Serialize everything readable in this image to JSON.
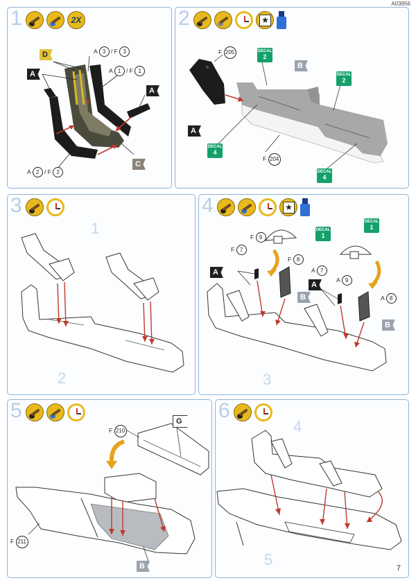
{
  "doc_code": "A03956",
  "page_number": "7",
  "steps": [
    {
      "number": "1",
      "multiplier": "2X",
      "part_refs": [
        {
          "pre": "A",
          "num": "3",
          "post": "F",
          "num2": "3"
        },
        {
          "pre": "A",
          "num": "1",
          "post": "F",
          "num2": "1"
        },
        {
          "pre": "A",
          "num": "2",
          "post": "F",
          "num2": "2"
        }
      ],
      "flags": [
        "D",
        "A",
        "A",
        "C"
      ]
    },
    {
      "number": "2",
      "part_refs": [
        {
          "pre": "F",
          "num": "205"
        },
        {
          "pre": "F",
          "num": "204"
        }
      ],
      "flags": [
        "A",
        "B"
      ],
      "decals": [
        {
          "label": "DECAL",
          "num": "2"
        },
        {
          "label": "DECAL",
          "num": "2"
        },
        {
          "label": "DECAL",
          "num": "4"
        },
        {
          "label": "DECAL",
          "num": "4"
        }
      ]
    },
    {
      "number": "3",
      "sub_labels": [
        "1",
        "2"
      ]
    },
    {
      "number": "4",
      "part_refs": [
        {
          "pre": "F",
          "num": "9"
        },
        {
          "pre": "F",
          "num": "7"
        },
        {
          "pre": "F",
          "num": "8"
        },
        {
          "pre": "A",
          "num": "7"
        },
        {
          "pre": "A",
          "num": "9"
        },
        {
          "pre": "A",
          "num": "8"
        }
      ],
      "flags": [
        "A",
        "A",
        "B",
        "B"
      ],
      "decals": [
        {
          "label": "DECAL",
          "num": "1"
        },
        {
          "label": "DECAL",
          "num": "1"
        }
      ],
      "sub_labels": [
        "3"
      ]
    },
    {
      "number": "5",
      "part_refs": [
        {
          "pre": "F",
          "num": "210"
        },
        {
          "pre": "F",
          "num": "211"
        }
      ],
      "flags": [
        "G",
        "B"
      ]
    },
    {
      "number": "6",
      "sub_labels": [
        "4",
        "5"
      ]
    }
  ],
  "colors": {
    "panel_border": "#8fb3d9",
    "step_number": "#b8cde6",
    "arrow": "#c0392b",
    "accent": "#e8b91c"
  }
}
